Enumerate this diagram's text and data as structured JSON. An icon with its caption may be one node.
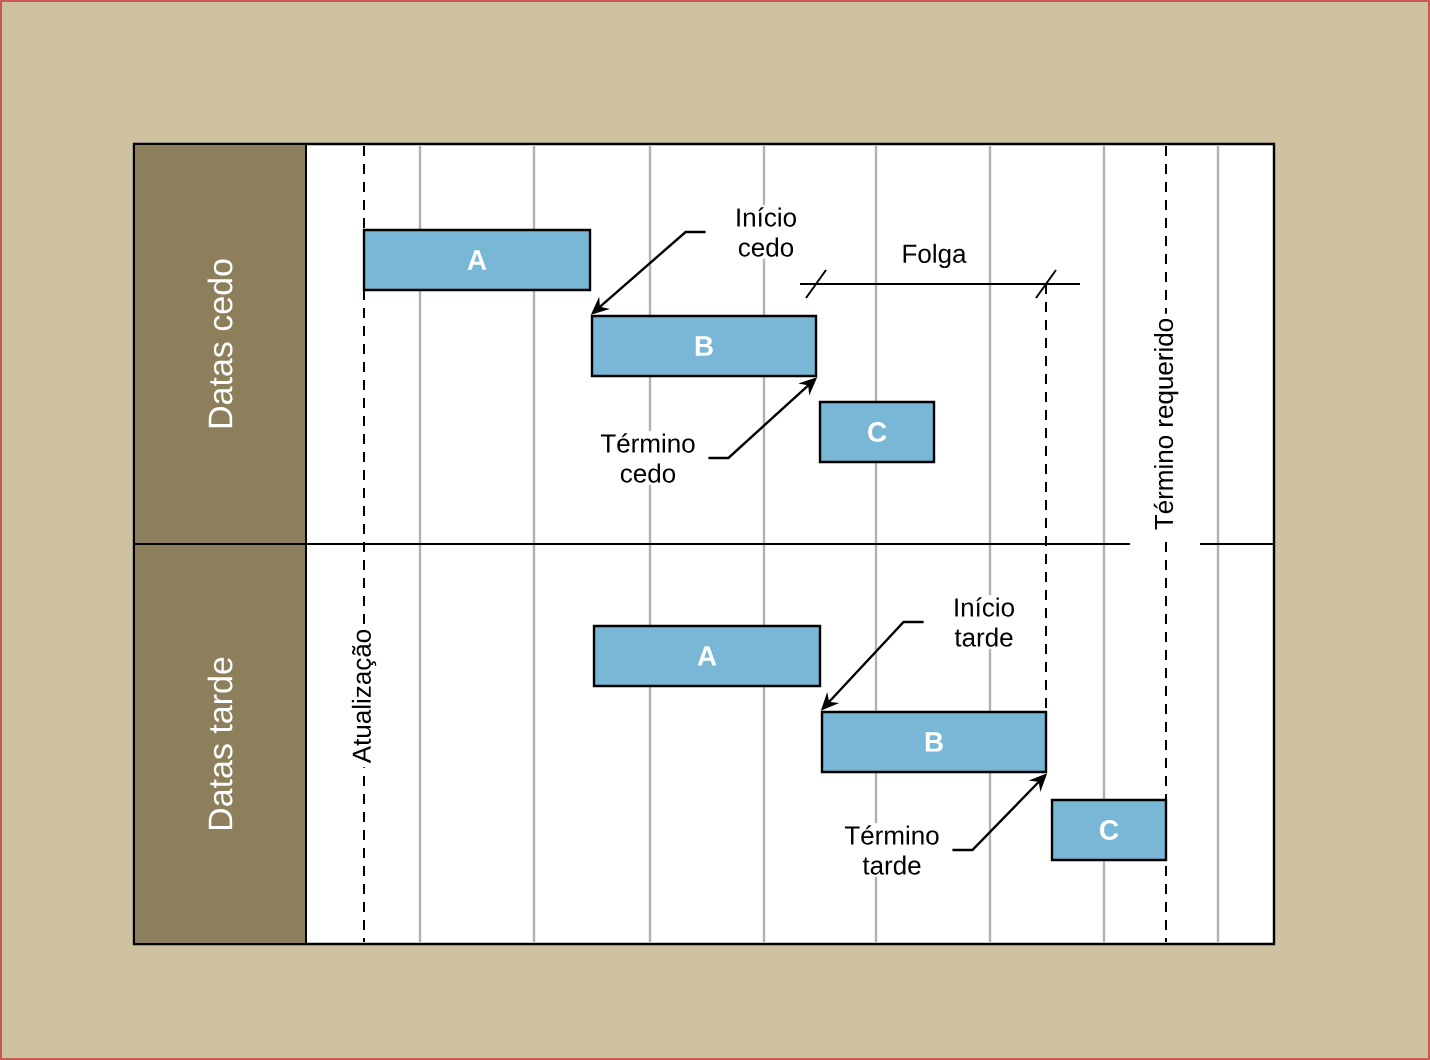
{
  "diagram": {
    "nodes": [
      {
        "text": [
          "Datas cedo"
        ]
      },
      {
        "text": [
          "Datas tarde"
        ]
      },
      {
        "text": [
          "A"
        ]
      },
      {
        "text": [
          "B"
        ]
      },
      {
        "text": [
          "C"
        ]
      },
      {
        "text": [
          "Início cedo"
        ]
      },
      {
        "text": [
          "Término cedo"
        ]
      },
      {
        "text": [
          "A"
        ]
      },
      {
        "text": [
          "B"
        ]
      },
      {
        "text": [
          "C"
        ]
      },
      {
        "text": [
          "Início tarde"
        ]
      },
      {
        "text": [
          "Término tarde"
        ]
      }
    ],
    "edges": [
      {
        "from": 5,
        "to": 3,
        "arrow": "to"
      },
      {
        "from": 6,
        "to": 3,
        "arrow": "to"
      },
      {
        "from": 10,
        "to": 8,
        "arrow": "to"
      },
      {
        "from": 11,
        "to": 8,
        "arrow": "to"
      }
    ],
    "labels": [
      "Folga",
      "Término requerido",
      "Atualização"
    ]
  }
}
